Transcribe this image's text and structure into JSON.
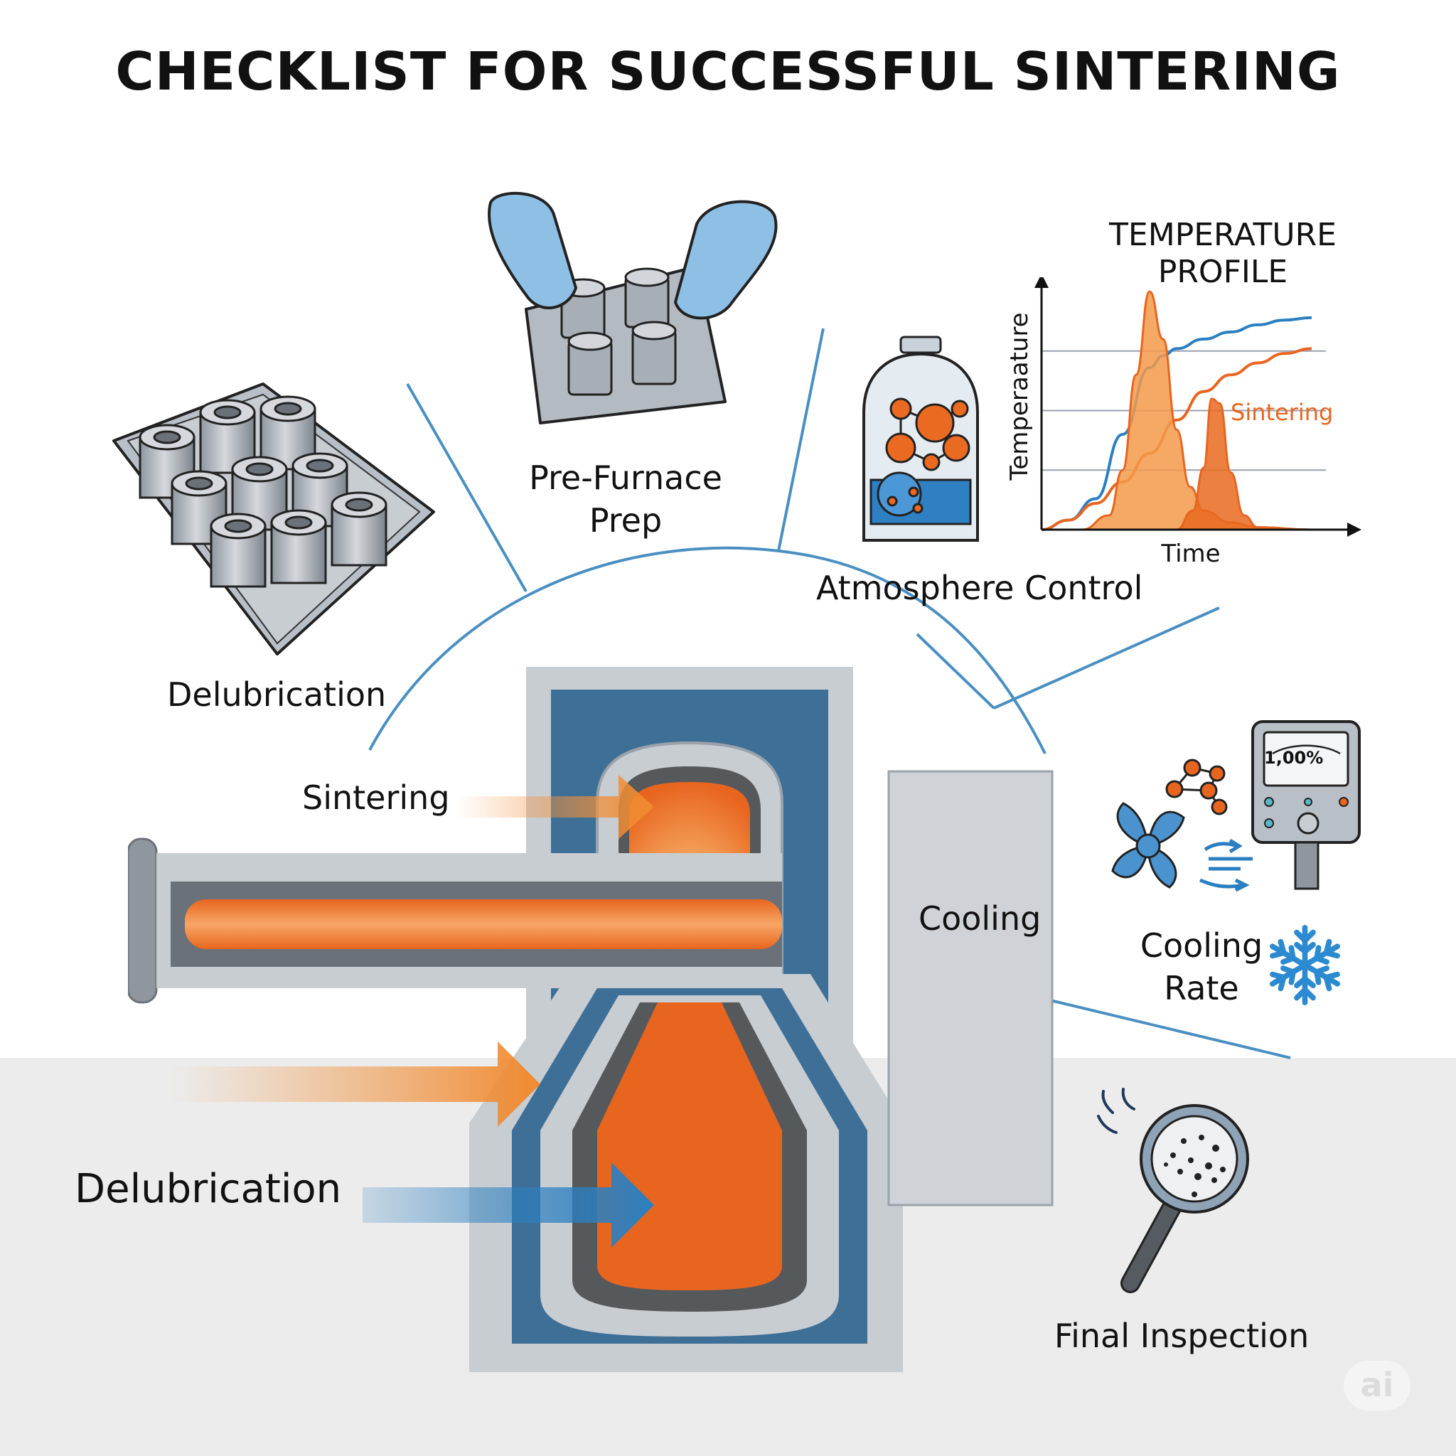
{
  "title": "CHECKLIST FOR SUCCESSFUL SINTERING",
  "steps": {
    "delubrication_top": "Delubrication",
    "pre_furnace_prep_line1": "Pre-Furnace",
    "pre_furnace_prep_line2": "Prep",
    "atmosphere_control": "Atmosphere Control",
    "cooling_rate_line1": "Cooling",
    "cooling_rate_line2": "Rate",
    "final_inspection": "Final Inspection"
  },
  "furnace": {
    "sintering_label": "Sintering",
    "cooling_label": "Cooling",
    "delubrication_label": "Delubrication"
  },
  "gauge": {
    "reading": "1,00%"
  },
  "chart_data": {
    "type": "line",
    "title_line1": "TEMPERATURE",
    "title_line2": "PROFILE",
    "xlabel": "Time",
    "ylabel": "Temperaature",
    "annotation": "Sintering",
    "grid": true,
    "xlim": [
      0,
      10
    ],
    "ylim": [
      0,
      10
    ],
    "series": [
      {
        "name": "blue-curve",
        "color": "#2b7fc0",
        "fill": false,
        "x": [
          0,
          1,
          2,
          3,
          4,
          4.5,
          5,
          6,
          7,
          8,
          9,
          10
        ],
        "y": [
          0,
          0.4,
          1.3,
          4.0,
          6.8,
          7.3,
          7.6,
          8.0,
          8.3,
          8.6,
          8.8,
          8.9
        ]
      },
      {
        "name": "orange-curve",
        "color": "#e8651f",
        "fill": false,
        "x": [
          0,
          1,
          2,
          3,
          4,
          5,
          6,
          7,
          8,
          9,
          10
        ],
        "y": [
          0,
          0.4,
          1.1,
          2.0,
          3.2,
          4.6,
          5.8,
          6.5,
          7.0,
          7.4,
          7.6
        ]
      },
      {
        "name": "large-peak",
        "color": "#f39a4a",
        "fill": true,
        "x": [
          1.5,
          2.5,
          3,
          3.5,
          4,
          4.5,
          5,
          5.5,
          6,
          7,
          8,
          10
        ],
        "y": [
          0,
          0.6,
          2.5,
          6.5,
          10.0,
          8.0,
          4.2,
          1.8,
          0.8,
          0.3,
          0.1,
          0
        ]
      },
      {
        "name": "small-peak",
        "color": "#e86a1e",
        "fill": true,
        "x": [
          5,
          5.6,
          6,
          6.3,
          6.6,
          7.0,
          7.5,
          8,
          10
        ],
        "y": [
          0,
          0.8,
          2.6,
          5.5,
          5.3,
          2.4,
          0.6,
          0.1,
          0
        ]
      }
    ]
  },
  "watermark": "ai"
}
